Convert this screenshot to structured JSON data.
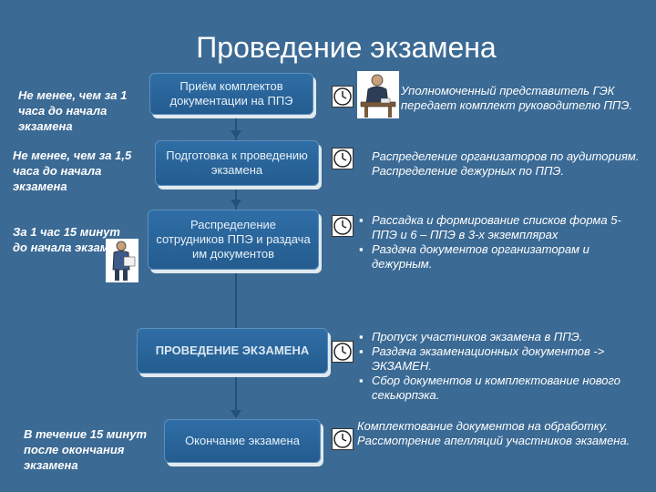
{
  "title": "Проведение экзамена",
  "times": [
    "Не менее, чем за 1 часа до начала экзамена",
    "Не менее, чем за 1,5 часа до начала экзамена",
    "За 1 час 15 минут до начала экзамена",
    "В течение 15 минут после окончания экзамена"
  ],
  "steps": [
    "Приём комплектов документации на ППЭ",
    "Подготовка к проведению экзамена",
    "Распределение сотрудников ППЭ и раздача им документов",
    "ПРОВЕДЕНИЕ ЭКЗАМЕНА",
    "Окончание экзамена"
  ],
  "descriptions": {
    "d1": "Уполномоченный представитель ГЭК передает комплект руководителю ППЭ.",
    "d2": "Распределение организаторов по аудиториям. Распределение дежурных по ППЭ.",
    "d3": [
      "Рассадка и формирование списков форма 5-ППЭ и 6 – ППЭ в 3-х экземплярах",
      "Раздача документов организаторам и дежурным."
    ],
    "d4": [
      "Пропуск участников экзамена в ППЭ.",
      "Раздача экзаменационных документов -> ЭКЗАМЕН.",
      "Сбор документов и комплектование нового секьюрпэка."
    ],
    "d5": "Комплектование документов на обработку. Рассмотрение апелляций участников экзамена."
  },
  "icons": {
    "clock": "clock-icon",
    "person_desk": "person-at-desk-icon",
    "person_standing": "person-with-document-icon"
  },
  "colors": {
    "background": "#3b6a94",
    "box": "#2a659b",
    "connector": "#24517a"
  }
}
